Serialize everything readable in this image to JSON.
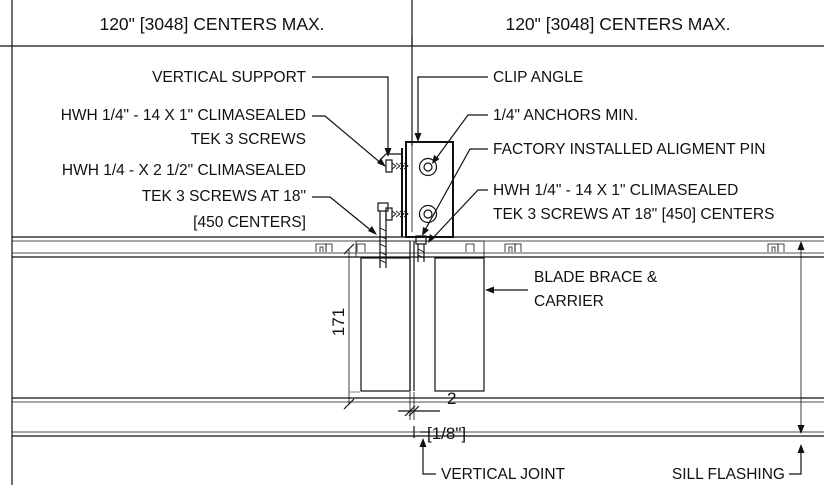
{
  "header": {
    "left": "120\" [3048] CENTERS MAX.",
    "right": "120\" [3048] CENTERS MAX."
  },
  "callouts": {
    "vertical_support": "VERTICAL SUPPORT",
    "screws_1_line1": "HWH 1/4\" - 14 X 1\" CLIMASEALED",
    "screws_1_line2": "TEK 3 SCREWS",
    "screws_2_line1": "HWH 1/4 - X 2 1/2\" CLIMASEALED",
    "screws_2_line2": "TEK 3 SCREWS AT 18\"",
    "screws_2_line3": "[450 CENTERS]",
    "clip_angle": "CLIP ANGLE",
    "anchors": "1/4\" ANCHORS MIN.",
    "alignment_pin": "FACTORY INSTALLED ALIGMENT PIN",
    "screws_3_line1": "HWH 1/4\" - 14 X 1\" CLIMASEALED",
    "screws_3_line2": "TEK 3 SCREWS AT 18\" [450] CENTERS",
    "blade_brace_line1": "BLADE BRACE &",
    "blade_brace_line2": "CARRIER",
    "vertical_joint": "VERTICAL JOINT",
    "sill_flashing": "SILL FLASHING"
  },
  "dimensions": {
    "height": "171",
    "gap": "2",
    "gap_imperial": "[1/8\"]"
  }
}
